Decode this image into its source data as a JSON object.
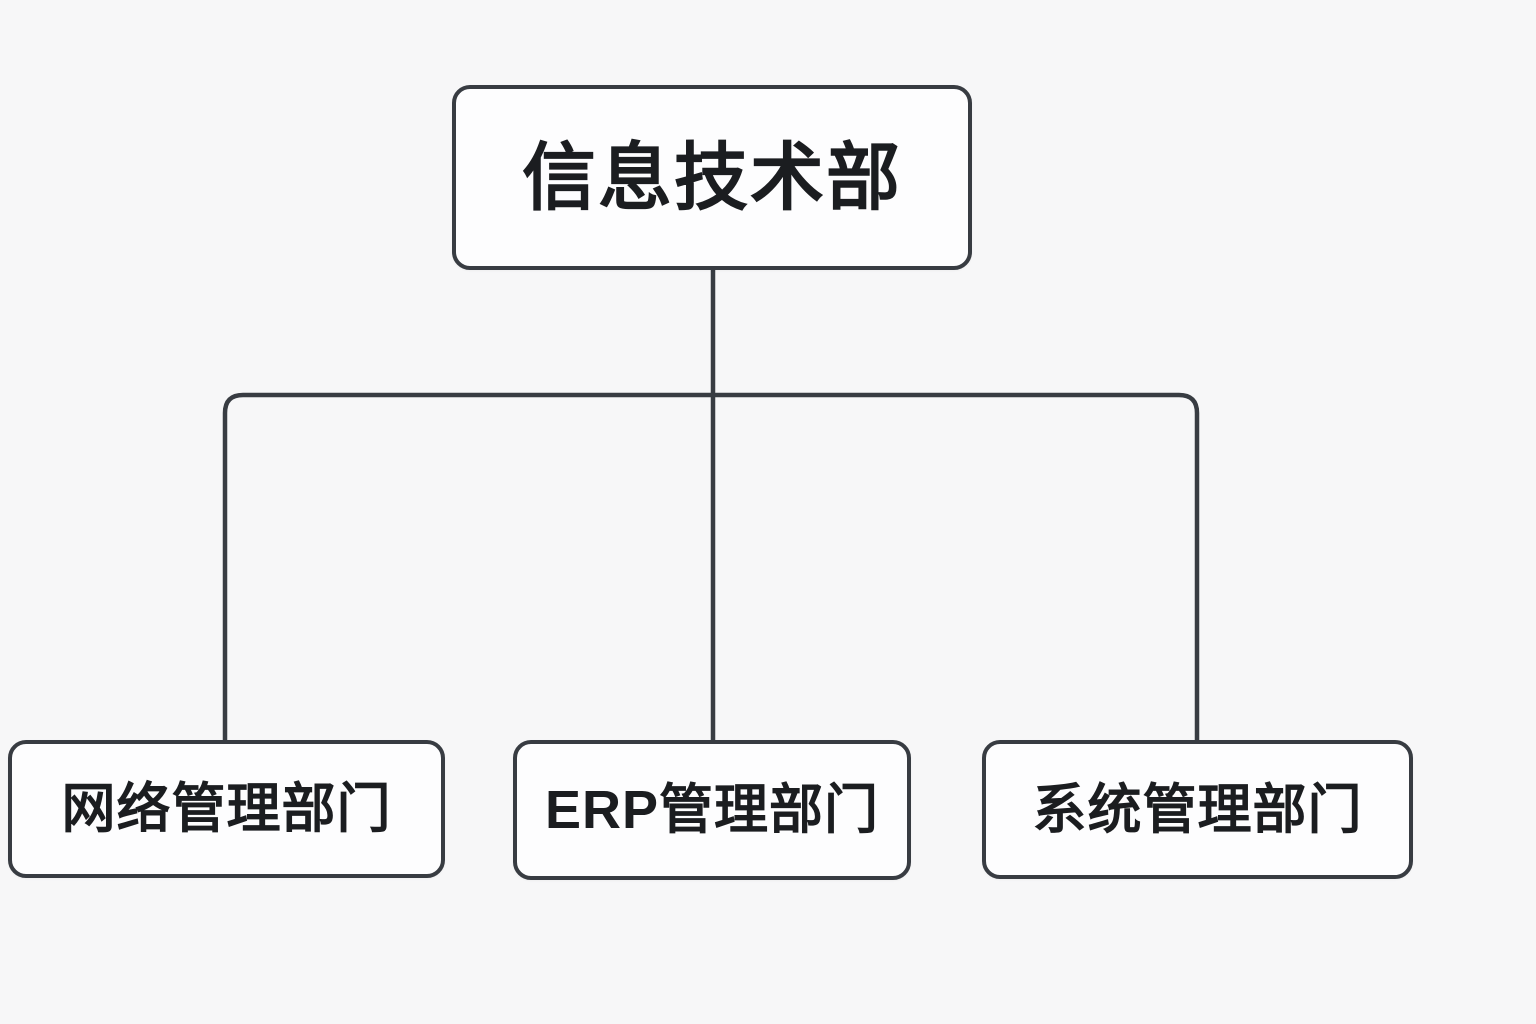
{
  "colors": {
    "background": "#f7f7f8",
    "node_fill": "#fdfdfe",
    "node_border": "#383c42",
    "connector": "#383c42",
    "text": "#1b1d20"
  },
  "chart_data": {
    "type": "org-chart",
    "title": "",
    "root": {
      "id": "it-department",
      "label": "信息技术部"
    },
    "children": [
      {
        "id": "network-management",
        "label": "网络管理部门"
      },
      {
        "id": "erp-management",
        "label": "ERP管理部门"
      },
      {
        "id": "system-management",
        "label": "系统管理部门"
      }
    ],
    "edges": [
      {
        "from": "it-department",
        "to": "network-management"
      },
      {
        "from": "it-department",
        "to": "erp-management"
      },
      {
        "from": "it-department",
        "to": "system-management"
      }
    ],
    "layout_hints": {
      "root_position": "top-center",
      "children_row": "bottom",
      "connector_style": "orthogonal-rounded"
    }
  }
}
